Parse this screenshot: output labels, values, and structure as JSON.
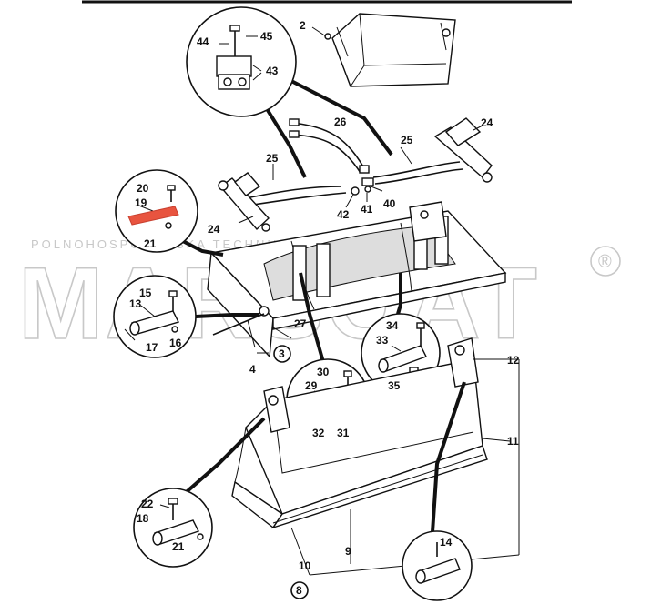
{
  "watermark": {
    "top_text": "POLNOHOSPODÁRSKA TECHNIKA",
    "brand": "MARSOAT",
    "registered_mark": "®"
  },
  "labels": {
    "p2": "2",
    "p3": "3",
    "p4": "4",
    "p8": "8",
    "p9": "9",
    "p10": "10",
    "p11": "11",
    "p12": "12",
    "p13": "13",
    "p14": "14",
    "p15": "15",
    "p16": "16",
    "p17": "17",
    "p18": "18",
    "p19": "19",
    "p20": "20",
    "p21a": "21",
    "p21b": "21",
    "p22": "22",
    "p24a": "24",
    "p24b": "24",
    "p25a": "25",
    "p25b": "25",
    "p26": "26",
    "p27": "27",
    "p29": "29",
    "p30": "30",
    "p31": "31",
    "p32": "32",
    "p33": "33",
    "p34": "34",
    "p35": "35",
    "p40": "40",
    "p41": "41",
    "p42": "42",
    "p43": "43",
    "p44": "44",
    "p45": "45"
  },
  "highlight_color": "#e8543f"
}
